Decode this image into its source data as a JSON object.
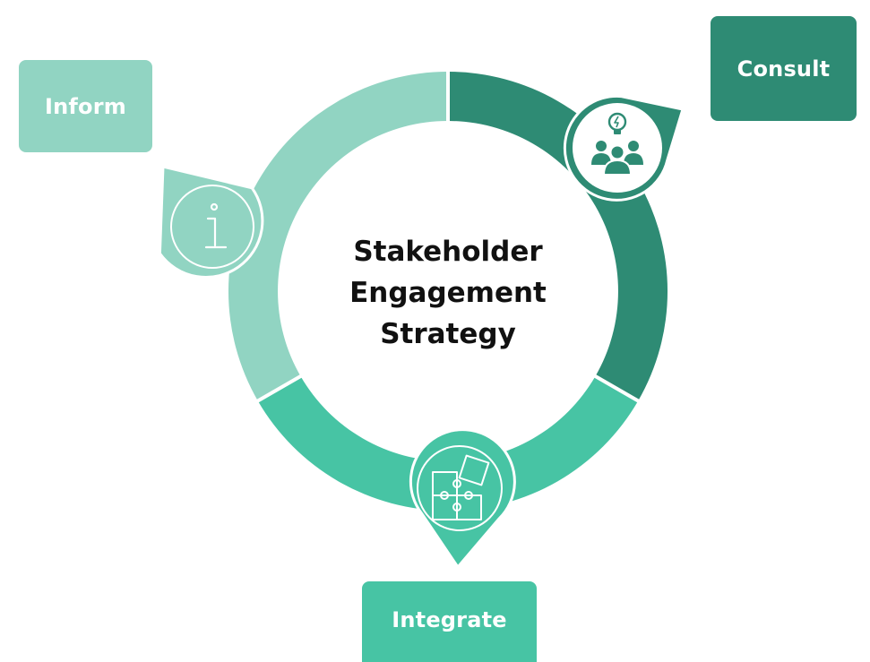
{
  "title_lines": [
    "Stakeholder",
    "Engagement",
    "Strategy"
  ],
  "stages": {
    "inform": {
      "label": "Inform",
      "color": "#91d4c2",
      "icon": "info-icon"
    },
    "consult": {
      "label": "Consult",
      "color": "#2e8b74",
      "icon": "team-idea-icon"
    },
    "integrate": {
      "label": "Integrate",
      "color": "#47c4a4",
      "icon": "puzzle-icon"
    }
  }
}
